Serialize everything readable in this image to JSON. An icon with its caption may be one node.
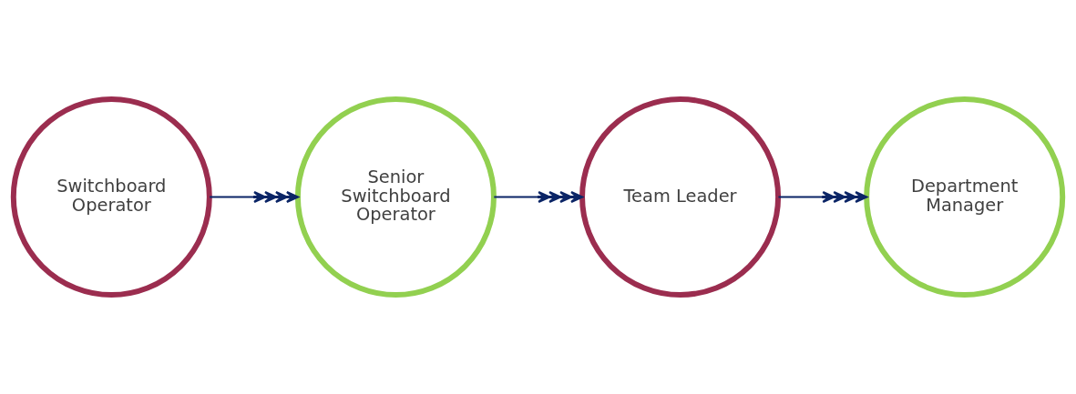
{
  "diagram": {
    "nodes": [
      {
        "text": [
          "Switchboard Operator"
        ]
      },
      {
        "text": [
          "Senior Switchboard Operator"
        ]
      },
      {
        "text": [
          "Team Leader"
        ]
      },
      {
        "text": [
          "Department Manager"
        ]
      }
    ],
    "edges": [
      {
        "from": 0,
        "to": 1,
        "arrow": "to"
      },
      {
        "from": 1,
        "to": 2,
        "arrow": "to"
      },
      {
        "from": 2,
        "to": 3,
        "arrow": "to"
      }
    ]
  }
}
